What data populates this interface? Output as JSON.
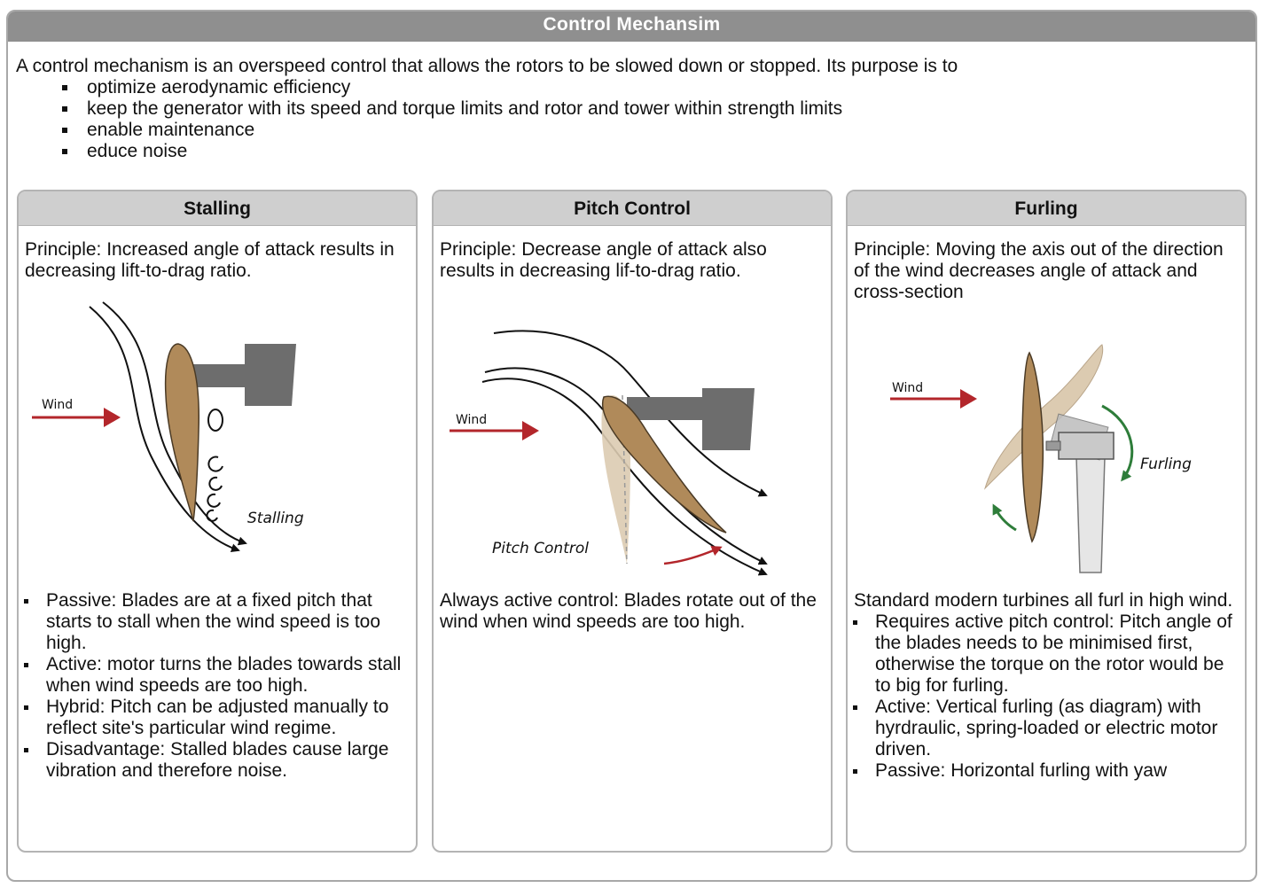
{
  "title": "Control Mechansim",
  "intro": {
    "text": "A control mechanism is an overspeed control that allows the rotors to be slowed down or stopped. Its purpose is to",
    "bullets": [
      "optimize aerodynamic efficiency",
      "keep the generator with its speed and torque limits and rotor and tower within strength limits",
      "enable maintenance",
      "educe noise"
    ]
  },
  "panels": [
    {
      "title": "Stalling",
      "principle": "Principle: Increased angle of attack results in decreasing lift-to-drag ratio.",
      "diagram_labels": {
        "wind": "Wind",
        "caption": "Stalling"
      },
      "bullets": [
        "Passive: Blades are at a fixed pitch that starts to stall when the wind speed is too high.",
        "Active: motor turns the blades towards stall when wind speeds are too high.",
        "Hybrid: Pitch can be adjusted manually to reflect site's particular wind regime.",
        "Disadvantage: Stalled blades cause large vibration and therefore noise."
      ]
    },
    {
      "title": "Pitch Control",
      "principle": "Principle: Decrease angle of attack also results in decreasing lif-to-drag ratio.",
      "diagram_labels": {
        "wind": "Wind",
        "caption": "Pitch Control"
      },
      "text": "Always active control: Blades rotate out of the wind when wind speeds are too high."
    },
    {
      "title": "Furling",
      "principle": "Principle: Moving the axis out of the direction of the wind decreases angle of attack and cross-section",
      "diagram_labels": {
        "wind": "Wind",
        "caption": "Furling"
      },
      "text": "Standard modern turbines all furl in high wind.",
      "bullets": [
        "Requires active pitch control: Pitch angle of the blades needs to be minimised first, otherwise the torque on the rotor would be to big for furling.",
        "Active: Vertical furling (as diagram) with hyrdraulic, spring-loaded or electric motor driven.",
        "Passive: Horizontal furling with yaw"
      ]
    }
  ],
  "colors": {
    "header": "#8f8f8f",
    "panel_header": "#cfcfcf",
    "wind_arrow": "#b3262b",
    "blade": "#b08a5a",
    "hub": "#6d6d6d",
    "furl_arrow": "#2e7d3a"
  }
}
